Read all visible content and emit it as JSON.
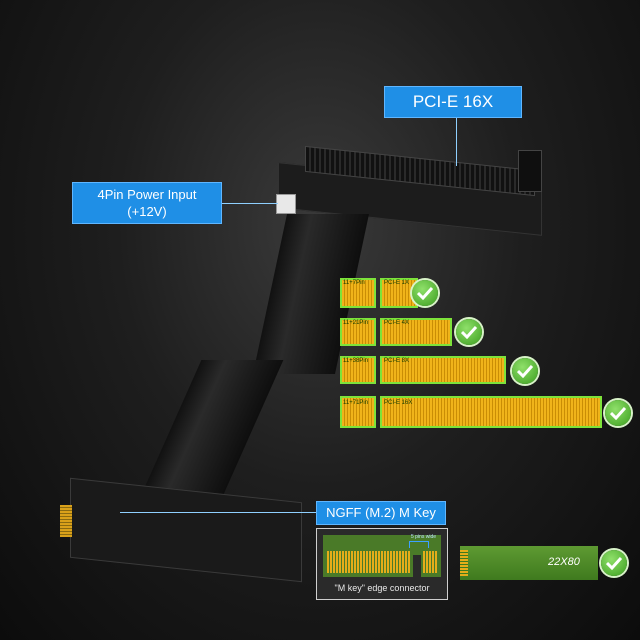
{
  "callouts": {
    "pcie16x": "PCI-E  16X",
    "power_line1": "4Pin Power Input",
    "power_line2": "(+12V)",
    "ngff": "NGFF  (M.2) M  Key"
  },
  "slots": [
    {
      "pins": "11+7Pin",
      "type": "PCI-E 1X"
    },
    {
      "pins": "11+21Pin",
      "type": "PCI-E 4X"
    },
    {
      "pins": "11+38Pin",
      "type": "PCI-E 8X"
    },
    {
      "pins": "11+71Pin",
      "type": "PCI-E 16X"
    }
  ],
  "edge_connector": {
    "caption": "\"M key\" edge connector",
    "notch_label": "5 pins wide"
  },
  "m2_card": {
    "size": "22X80"
  },
  "colors": {
    "callout": "#1f8fe6",
    "slot_green": "#7ee33a",
    "pin_gold": "#f0b41a",
    "check": "#4bb52a"
  }
}
